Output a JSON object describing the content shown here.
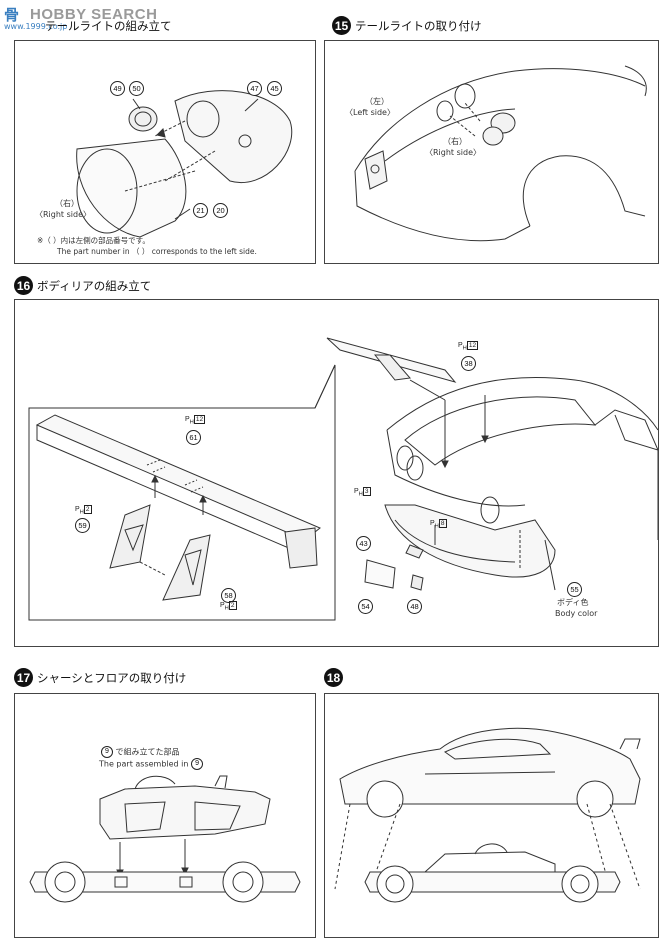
{
  "watermark": {
    "title": "HOBBY SEARCH",
    "url": "www.1999.co.jp"
  },
  "steps": {
    "s14": {
      "title": "テールライトの組み立て"
    },
    "s15": {
      "number": "15",
      "title": "テールライトの取り付け"
    },
    "s16": {
      "number": "16",
      "title": "ボディリアの組み立て"
    },
    "s17": {
      "number": "17",
      "title": "シャーシとフロアの取り付け"
    },
    "s18": {
      "number": "18"
    }
  },
  "panel14": {
    "parts": [
      "49",
      "50",
      "47",
      "45",
      "21",
      "20"
    ],
    "right_jp": "（右）",
    "right_en": "〈Right side〉",
    "note_jp": "※（ ）内は左側の部品番号です。",
    "note_en": "The part number in （  ） corresponds to the left side."
  },
  "panel15": {
    "left_jp": "（左）",
    "left_en": "〈Left side〉",
    "right_jp": "（右）",
    "right_en": "〈Right side〉"
  },
  "panel16": {
    "parts": [
      "61",
      "59",
      "58",
      "38",
      "43",
      "54",
      "48",
      "55"
    ],
    "ph_prefix": "P",
    "ph_sub": "H",
    "ph_values": [
      "12",
      "2",
      "2",
      "12",
      "3",
      "8"
    ],
    "body_color_jp": "ボディ色",
    "body_color_en": "Body color"
  },
  "panel17": {
    "ref_number": "9",
    "ref_jp": "で組み立てた部品",
    "ref_en": "The part assembled in"
  }
}
